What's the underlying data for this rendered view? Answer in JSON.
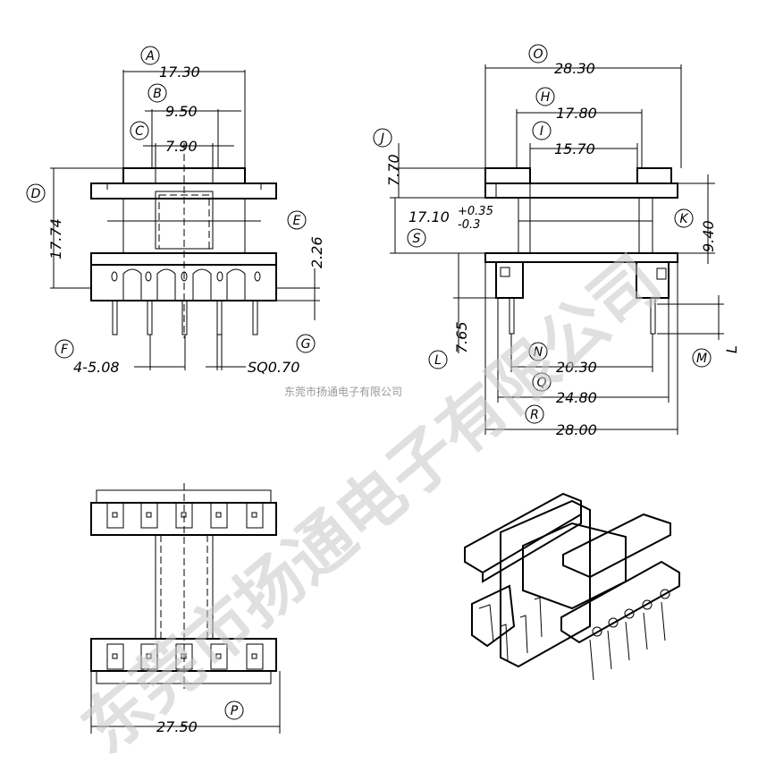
{
  "labels": {
    "A": "A",
    "B": "B",
    "C": "C",
    "D": "D",
    "E": "E",
    "F": "F",
    "G": "G",
    "H": "H",
    "I": "I",
    "J": "J",
    "K": "K",
    "L": "L",
    "M": "M",
    "N": "N",
    "O": "O",
    "P": "P",
    "Q": "Q",
    "R": "R",
    "S": "S"
  },
  "dims": {
    "A": "17.30",
    "B": "9.50",
    "C": "7.90",
    "D": "17.74",
    "E": "2.26",
    "F": "4-5.08",
    "G": "SQ0.70",
    "O": "28.30",
    "H": "17.80",
    "I": "15.70",
    "J": "7.70",
    "S_main": "17.10",
    "S_plus": "+0.35",
    "S_minus": "-0.3",
    "K": "9.40",
    "L": "7.65",
    "M": "L",
    "N": "20.30",
    "Q": "24.80",
    "R": "28.00",
    "P": "27.50"
  },
  "watermark": {
    "small": "东莞市扬通电子有限公司",
    "large": "东莞市扬通电子有限公司"
  }
}
